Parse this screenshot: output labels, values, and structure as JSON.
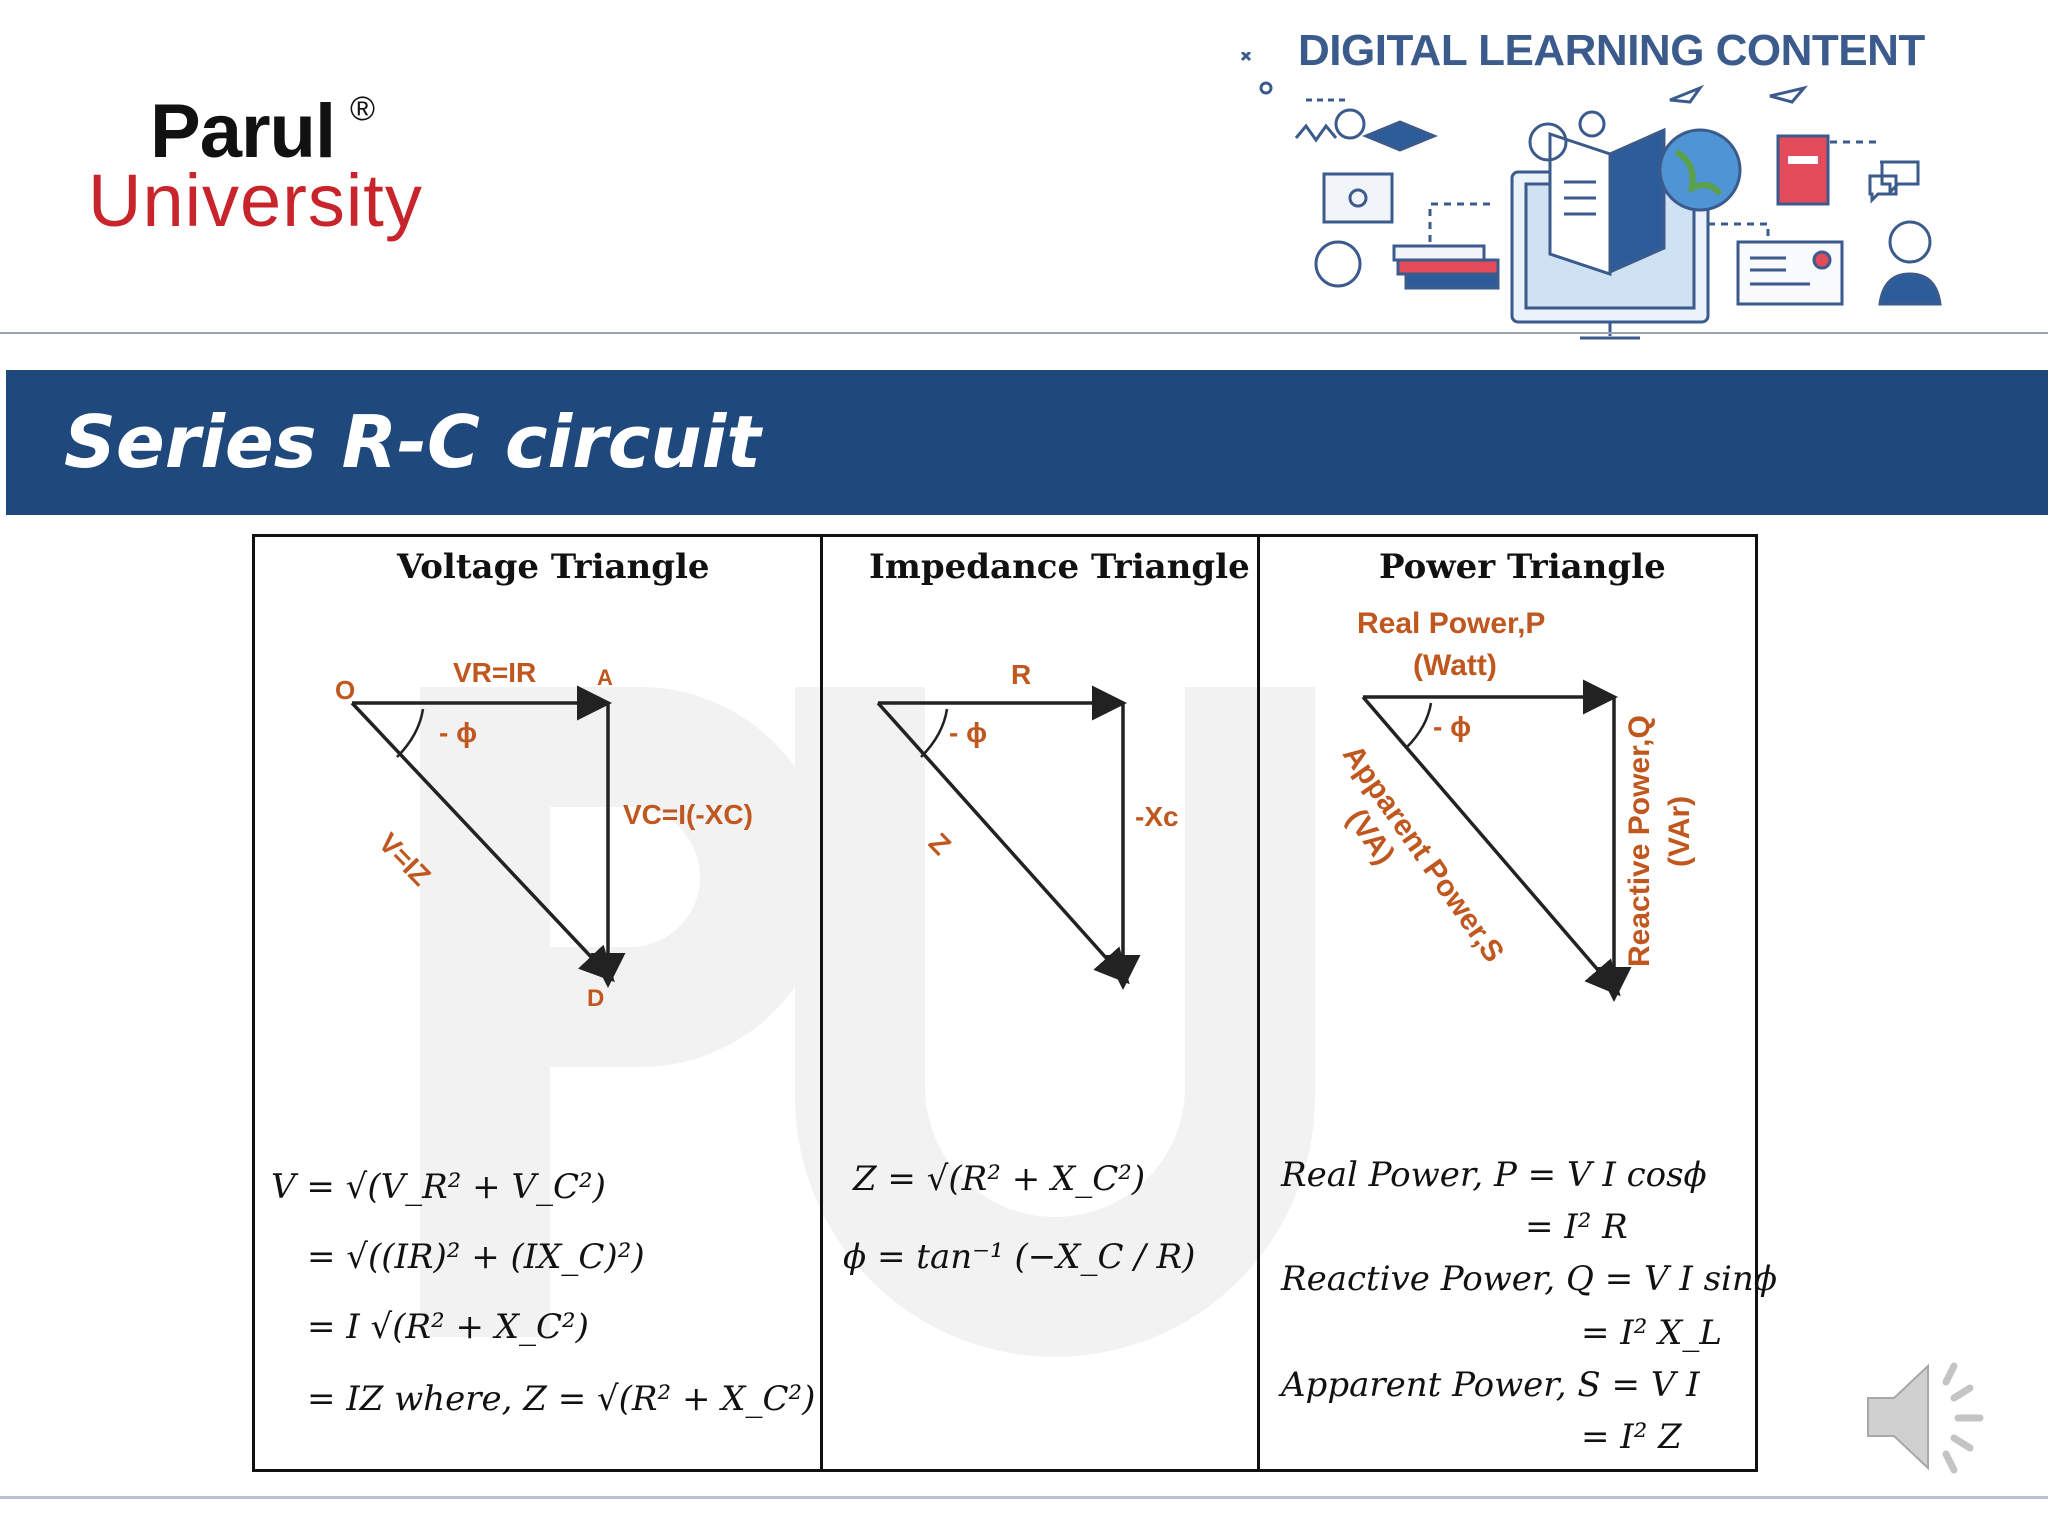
{
  "header": {
    "logo_name": "Parul",
    "logo_registered": "®",
    "logo_subtitle": "University",
    "banner_title": "DIGITAL LEARNING CONTENT"
  },
  "slide": {
    "title": "Series R-C circuit"
  },
  "columns": [
    {
      "title": "Voltage Triangle",
      "labels": {
        "o": "O",
        "a": "A",
        "d": "D",
        "top": "VR=IR",
        "right": "VC=I(-XC)",
        "hyp": "V=IZ",
        "angle": "- ϕ"
      },
      "equations": [
        "V = √(V_R² + V_C²)",
        "= √((IR)² + (IX_C)²)",
        "= I √(R² + X_C²)",
        "= IZ     where,  Z = √(R² + X_C²)"
      ]
    },
    {
      "title": "Impedance Triangle",
      "labels": {
        "top": "R",
        "right": "-Xc",
        "hyp": "Z",
        "angle": "- ϕ"
      },
      "equations": [
        "Z = √(R² + X_C²)",
        "ϕ = tan⁻¹ (−X_C / R)"
      ]
    },
    {
      "title": "Power Triangle",
      "labels": {
        "top1": "Real Power,P",
        "top2": "(Watt)",
        "right1": "Reactive Power,Q",
        "right2": "(VAr)",
        "hyp1": "Apparent Power,S",
        "hyp2": "(VA)",
        "angle": "- ϕ"
      },
      "equations": [
        "Real  Power,  P = V I  cosϕ",
        "= I² R",
        "Reactive  Power, Q = V I  sinϕ",
        "= I² X_L",
        "Apparent  Power, S = V  I",
        "= I² Z"
      ]
    }
  ],
  "icons": {
    "speaker": "speaker-icon"
  },
  "colors": {
    "title_bar": "#1f497d",
    "label_orange": "#c0571f",
    "brand_red": "#c8242b",
    "banner_blue": "#3b5b8c"
  }
}
